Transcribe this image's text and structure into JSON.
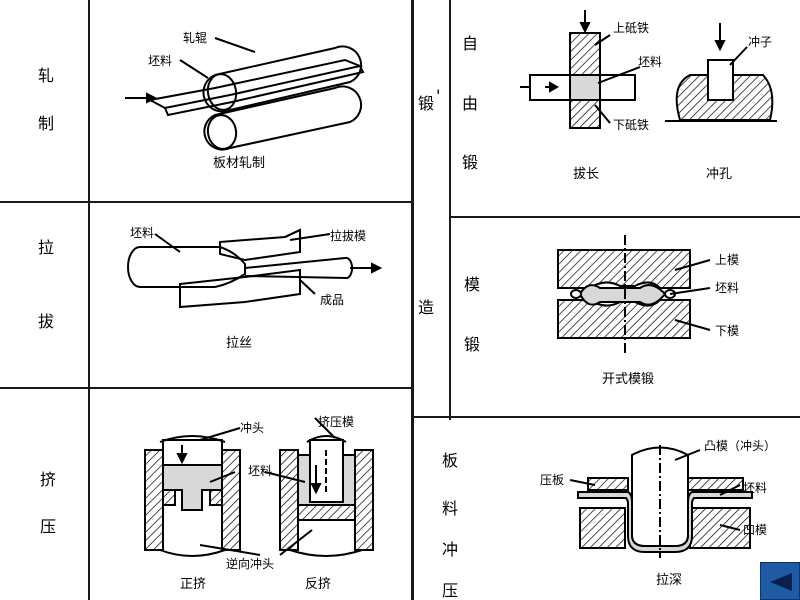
{
  "left": {
    "rolling": {
      "cat1": "轧",
      "cat2": "制",
      "label_roll": "轧辊",
      "label_blank": "坯料",
      "caption": "板材轧制"
    },
    "drawing": {
      "cat1": "拉",
      "cat2": "拔",
      "label_blank": "坯料",
      "label_die": "拉拔模",
      "label_product": "成品",
      "caption": "拉丝"
    },
    "extrusion": {
      "cat1": "挤",
      "cat2": "压",
      "label_punch": "冲头",
      "label_die": "挤压模",
      "label_blank": "坯料",
      "label_reverse_punch": "逆向冲头",
      "caption_forward": "正挤",
      "caption_backward": "反挤"
    }
  },
  "right": {
    "forging_label": "锻",
    "forging_apostrophe": "'",
    "open_forging": {
      "c1": "自",
      "c2": "由",
      "c3": "锻",
      "label_upper": "上砥铁",
      "label_blank": "坯料",
      "label_lower": "下砥铁",
      "label_punch": "冲子",
      "caption_draw": "拔长",
      "caption_pierce": "冲孔"
    },
    "die_forging": {
      "c1": "造",
      "c2": "模",
      "c3": "锻",
      "label_upper": "上模",
      "label_blank": "坯料",
      "label_lower": "下模",
      "caption": "开式模锻"
    },
    "sheet": {
      "c1": "板",
      "c2": "料",
      "c3": "冲",
      "c4": "压",
      "label_punch": "凸模（冲头）",
      "label_holder": "压板",
      "label_blank": "坯料",
      "label_die": "凹模",
      "caption": "拉深"
    }
  },
  "nav": {
    "prev_icon": "triangle-left-icon",
    "next_icon": "triangle-right-icon"
  }
}
